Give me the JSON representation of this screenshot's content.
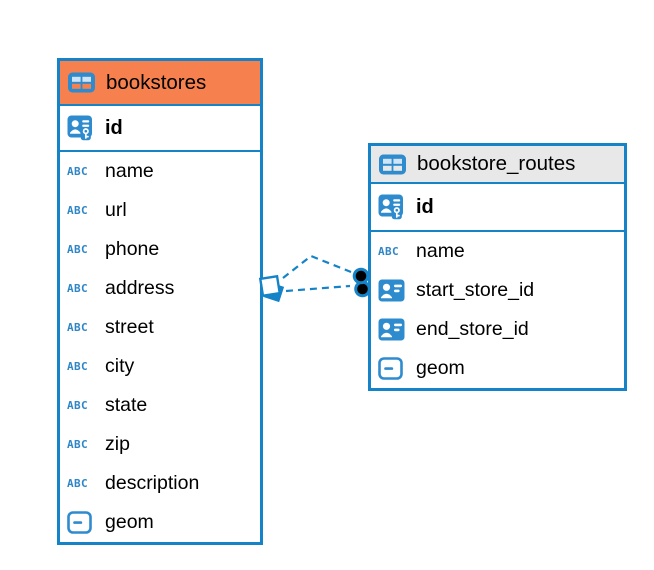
{
  "diagram": {
    "background": "#ffffff",
    "accent_blue": "#1583c7",
    "icon_blue": "#2e8bcd",
    "icon_cell_light": "#cfe4f6",
    "text_color": "#000000"
  },
  "tables": [
    {
      "title": "bookstores",
      "header_color": "#f7814e",
      "icon": "table-icon",
      "primary_key": {
        "label": "id",
        "icon": "primary-key-icon"
      },
      "columns": [
        {
          "label": "name",
          "icon": "text-abc-icon"
        },
        {
          "label": "url",
          "icon": "text-abc-icon"
        },
        {
          "label": "phone",
          "icon": "text-abc-icon"
        },
        {
          "label": "address",
          "icon": "text-abc-icon"
        },
        {
          "label": "street",
          "icon": "text-abc-icon"
        },
        {
          "label": "city",
          "icon": "text-abc-icon"
        },
        {
          "label": "state",
          "icon": "text-abc-icon"
        },
        {
          "label": "zip",
          "icon": "text-abc-icon"
        },
        {
          "label": "description",
          "icon": "text-abc-icon"
        },
        {
          "label": "geom",
          "icon": "geometry-icon"
        }
      ]
    },
    {
      "title": "bookstore_routes",
      "header_color": "#e8e8e8",
      "icon": "table-icon",
      "primary_key": {
        "label": "id",
        "icon": "primary-key-icon"
      },
      "columns": [
        {
          "label": "name",
          "icon": "text-abc-icon"
        },
        {
          "label": "start_store_id",
          "icon": "reference-id-icon"
        },
        {
          "label": "end_store_id",
          "icon": "reference-id-icon"
        },
        {
          "label": "geom",
          "icon": "geometry-icon"
        }
      ]
    }
  ],
  "relations": [
    {
      "from": "bookstores",
      "to": "bookstore_routes",
      "line_style": "dashed",
      "source_marker": "diamond-marker",
      "target_marker": "dot-marker"
    },
    {
      "from": "bookstores",
      "to": "bookstore_routes",
      "line_style": "dashed",
      "source_marker": "diamond-marker",
      "target_marker": "dot-marker"
    }
  ]
}
